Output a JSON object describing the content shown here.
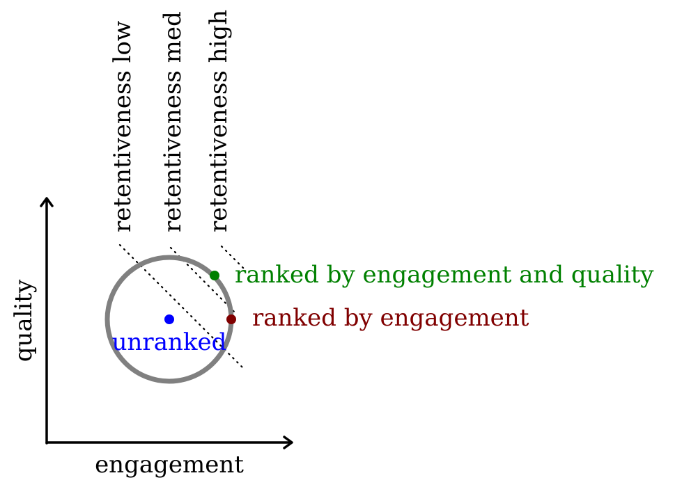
{
  "axes": {
    "x_label": "engagement",
    "y_label": "quality"
  },
  "contours": [
    {
      "label": "retentiveness low"
    },
    {
      "label": "retentiveness med"
    },
    {
      "label": "retentiveness high"
    }
  ],
  "points": {
    "unranked": {
      "label": "unranked",
      "color": "#0000ff"
    },
    "ranked_engagement": {
      "label": "ranked by engagement",
      "color": "#800000"
    },
    "ranked_engagement_quality": {
      "label": "ranked by engagement and quality",
      "color": "#008000"
    }
  },
  "circle": {
    "color": "#808080"
  }
}
